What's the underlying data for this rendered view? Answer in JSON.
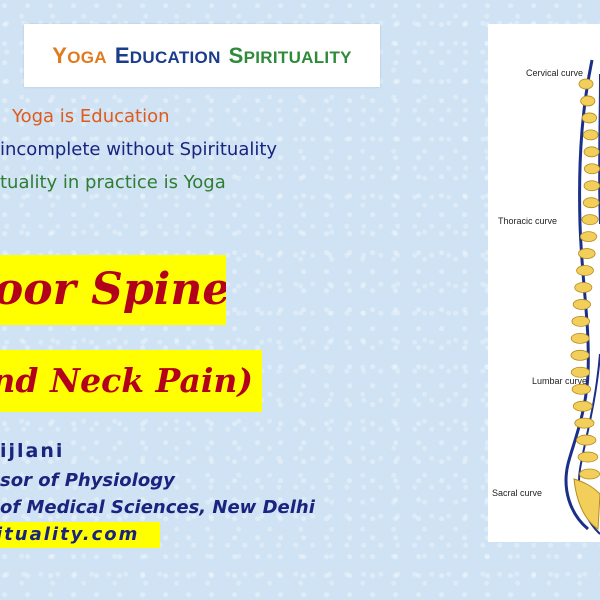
{
  "logo": {
    "words": [
      {
        "initial": "Y",
        "rest": "OGA",
        "color": "#e07a1b"
      },
      {
        "initial": "E",
        "rest": "DUCATION",
        "color": "#1a3c8c"
      },
      {
        "initial": "S",
        "rest": "PIRITUALITY",
        "color": "#2e8b3a"
      }
    ]
  },
  "taglines": [
    "Yoga is Education",
    "incomplete without Spirituality",
    "tuality in practice is Yoga"
  ],
  "title": {
    "line1": "Poor Spine",
    "line2": "and Neck Pain)"
  },
  "author": {
    "name": "ijlani",
    "designation": "sor of Physiology",
    "institute": "of Medical Sciences, New Delhi",
    "website": "ituality.com"
  },
  "diagram": {
    "labels": [
      "Cervical curve",
      "Thoracic curve",
      "Lumbar curve",
      "Sacral curve"
    ]
  },
  "colors": {
    "background": "#cfe3f4",
    "highlight": "#ffff00",
    "title_text": "#b3001b",
    "navy_text": "#1a237e",
    "vertebra": "#f2cf5b",
    "spine_outline": "#1a2f8a"
  }
}
